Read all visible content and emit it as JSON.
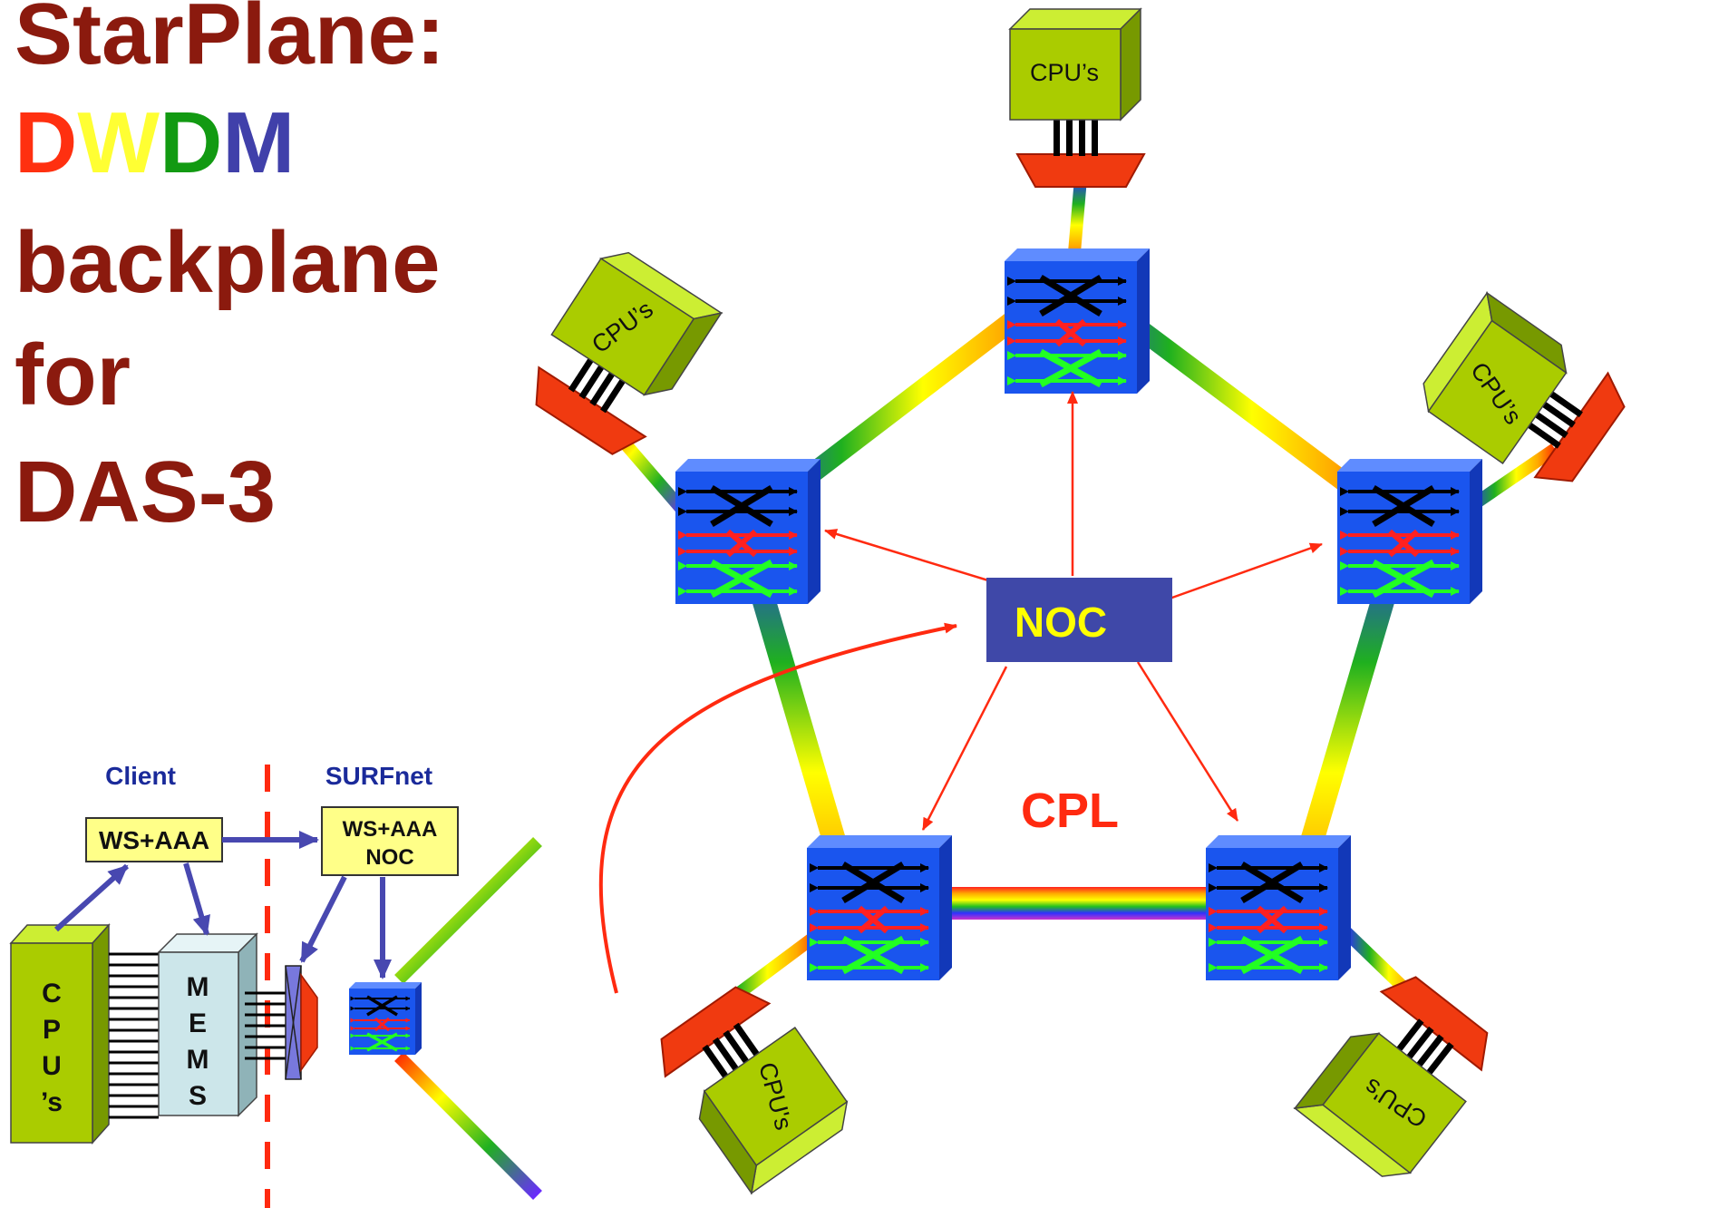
{
  "title": {
    "lines": [
      "StarPlane:",
      "backplane",
      "for",
      "DAS-3"
    ],
    "dwdm_letters": [
      "D",
      "W",
      "D",
      "M"
    ]
  },
  "colors": {
    "title": "#8b1a0e",
    "dwdm": [
      "#ff3010",
      "#ffff33",
      "#129a12",
      "#4040aa"
    ],
    "cpu_box": "#aacc00",
    "switch": "#1a55ee",
    "noc_box": "#3f48a8",
    "noc_text": "#ffff00",
    "control_arrow": "#ff2a10",
    "cpl_text": "#ff2a10",
    "detail_arrow": "#4848b0",
    "ws_box": "#ffff88",
    "mems_box": "#cce6ea"
  },
  "labels": {
    "noc": "NOC",
    "cpl": "CPL",
    "cpu": "CPU’s",
    "cpu_rotated": "CPU's"
  },
  "detail": {
    "client": "Client",
    "surfnet": "SURFnet",
    "ws_client": "WS+AAA",
    "ws_surfnet_1": "WS+AAA",
    "ws_surfnet_2": "NOC",
    "cpus_vertical": [
      "C",
      "P",
      "U",
      "’s"
    ],
    "mems_vertical": [
      "M",
      "E",
      "M",
      "S"
    ]
  }
}
